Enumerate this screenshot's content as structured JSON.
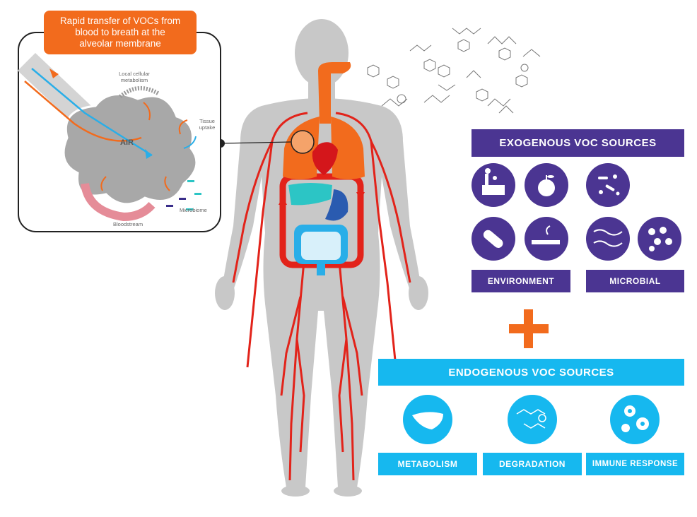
{
  "callout": {
    "line1": "Rapid transfer of VOCs from",
    "line2": "blood to breath at the",
    "line3": "alveolar membrane"
  },
  "inset": {
    "local_metabolism_1": "Local cellular",
    "local_metabolism_2": "metabolism",
    "tissue_uptake_1": "Tissue",
    "tissue_uptake_2": "uptake",
    "air": "AIR",
    "microbiome": "Microbiome",
    "bloodstream": "Bloodstream"
  },
  "exogenous": {
    "title": "EXOGENOUS VOC SOURCES",
    "environment": "ENVIRONMENT",
    "microbial": "MICROBIAL"
  },
  "endogenous": {
    "title": "ENDOGENOUS VOC SOURCES",
    "metabolism": "METABOLISM",
    "degradation": "DEGRADATION",
    "immune_response": "IMMUNE RESPONSE"
  },
  "colors": {
    "orange": "#f26b1d",
    "purple": "#4b3592",
    "cyan": "#16b8ef",
    "red": "#e2231a",
    "body_gray": "#c8c8c8"
  },
  "icons": {
    "environment": [
      "factory-icon",
      "apple-icon",
      "pill-icon",
      "cigarette-icon"
    ],
    "microbial": [
      "bacteria-rods-icon",
      "bacteria-cocci-icon",
      "spirilla-icon",
      "staphylococcus-icon"
    ],
    "endogenous": [
      "liver-icon",
      "molecule-icon",
      "immune-cells-icon"
    ]
  }
}
